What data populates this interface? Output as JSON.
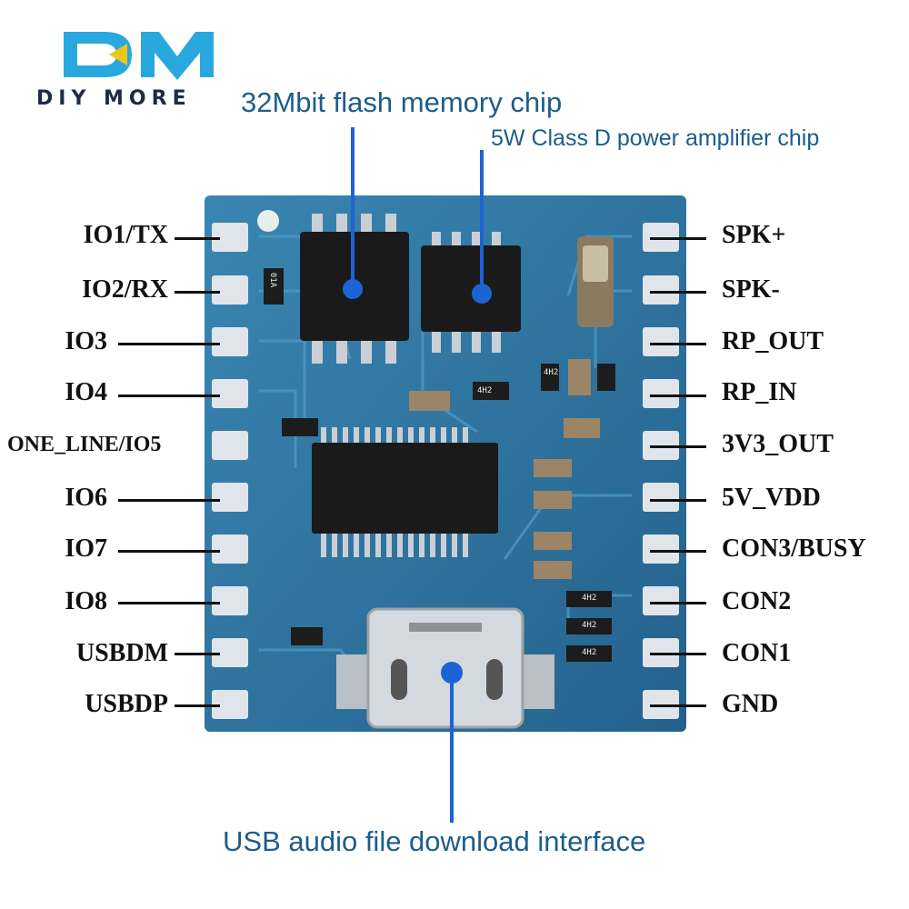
{
  "brand": {
    "monogram": "DM",
    "name": "DIY MORE",
    "primary_color": "#29a8df",
    "dark_color": "#1f2a44"
  },
  "callouts": {
    "flash": "32Mbit flash memory chip",
    "amp": "5W Class D power amplifier chip",
    "usb": "USB audio file download interface"
  },
  "left_pins": [
    "IO1/TX",
    "IO2/RX",
    "IO3",
    "IO4",
    "ONE_LINE/IO5",
    "IO6",
    "IO7",
    "IO8",
    "USBDM",
    "USBDP"
  ],
  "right_pins": [
    "SPK+",
    "SPK-",
    "RP_OUT",
    "RP_IN",
    "3V3_OUT",
    "5V_VDD",
    "CON3/BUSY",
    "CON2",
    "CON1",
    "GND"
  ],
  "silkscreen": [
    "01A",
    "4H2",
    "4H2",
    "4H2",
    "4H2",
    "4H2"
  ],
  "colors": {
    "pcb": "#2a6f99",
    "pcb_light": "#3b8bb8",
    "pad": "#dfe5ea",
    "chip": "#1a1a1a",
    "callout_dot": "#1e63d6"
  }
}
